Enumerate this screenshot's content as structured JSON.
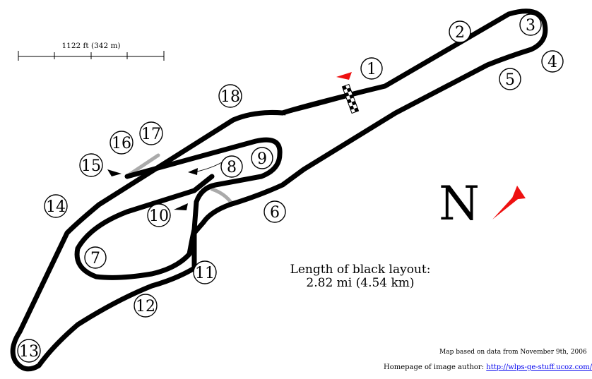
{
  "scale_bar": {
    "label": "1122 ft (342 m)"
  },
  "north": {
    "letter": "N",
    "arrow_color": "#ee1111"
  },
  "track_colors": {
    "main": "#000000",
    "alternate": "#aaaaaa",
    "start_flag": "#ee1111"
  },
  "layout_length": {
    "line1": "Length of black layout:",
    "line2": "2.82 mi (4.54 km)"
  },
  "turns": [
    "1",
    "2",
    "3",
    "4",
    "5",
    "6",
    "7",
    "8",
    "9",
    "10",
    "11",
    "12",
    "13",
    "14",
    "15",
    "16",
    "17",
    "18"
  ],
  "footer": {
    "map_note": "Map based on data from November 9th, 2006",
    "homepage_label": "Homepage of image author:",
    "homepage_link": "http://wlps-ge-stuff.ucoz.com/"
  }
}
